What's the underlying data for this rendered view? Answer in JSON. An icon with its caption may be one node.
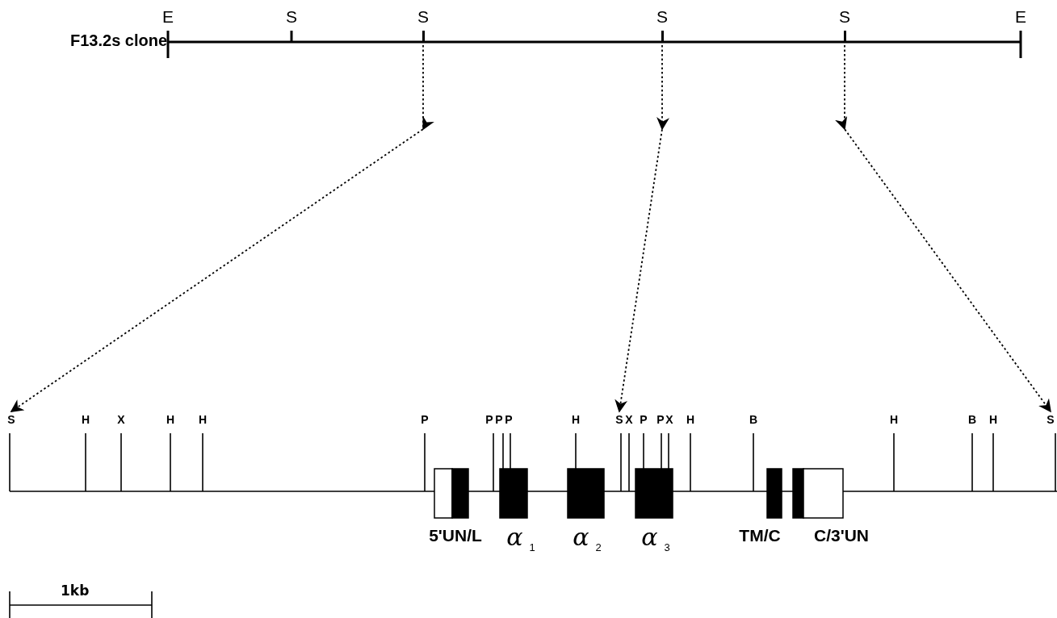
{
  "diagram": {
    "nodes": [
      {
        "text": [
          "S"
        ]
      },
      {
        "text": [
          "S"
        ]
      },
      {
        "text": [
          "S"
        ]
      },
      {
        "text": [
          "S"
        ]
      },
      {
        "text": [
          "S"
        ]
      },
      {
        "text": [
          "S"
        ]
      },
      {
        "text": [
          "5'UN/L"
        ]
      },
      {
        "text": [
          "α$_{1}$"
        ]
      },
      {
        "text": [
          "α$_{2}$"
        ]
      },
      {
        "text": [
          "α$_{3}$"
        ]
      },
      {
        "text": [
          "TM/C"
        ]
      },
      {
        "text": [
          "C/3'UN"
        ]
      }
    ],
    "edges": [
      {
        "from": 0,
        "to": 3,
        "arrow": "to",
        "style": "dashed"
      },
      {
        "from": 1,
        "to": 4,
        "arrow": "to",
        "style": "dashed"
      },
      {
        "from": 2,
        "to": 5,
        "arrow": "to",
        "style": "dashed"
      }
    ],
    "labels": [
      "E",
      "S",
      "E",
      "F13.2s clone",
      "H",
      "X",
      "H",
      "H",
      "P",
      "P",
      "P",
      "P",
      "H",
      "X",
      "P",
      "P",
      "X",
      "H",
      "B",
      "H",
      "B",
      "H",
      "1kb"
    ]
  }
}
